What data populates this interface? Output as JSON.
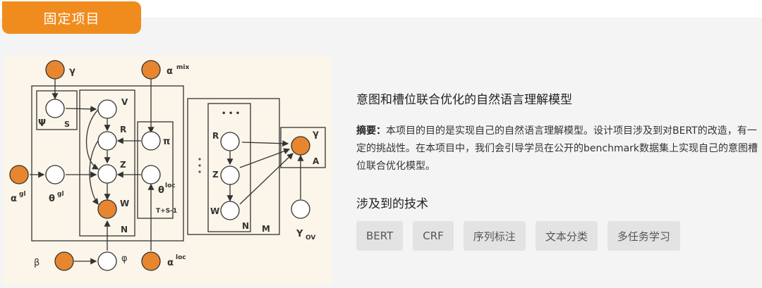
{
  "tab": {
    "label": "固定项目"
  },
  "figure": {
    "labels": {
      "gamma": "γ",
      "alpha_mix": "α",
      "alpha_mix_sup": "mix",
      "psi": "Ψ",
      "s": "S",
      "v": "V",
      "r": "R",
      "z": "Z",
      "w": "W",
      "n": "N",
      "pi": "π",
      "theta_loc": "θ",
      "theta_loc_sup": "loc",
      "ts": "T+S-1",
      "alpha_gl": "α",
      "alpha_gl_sup": "gl",
      "theta_gl": "θ",
      "theta_gl_sup": "gl",
      "beta": "β",
      "phi": "φ",
      "alpha_loc": "α",
      "alpha_loc_sup": "loc",
      "dots": "• • •",
      "r2": "R",
      "z2": "Z",
      "w2": "W",
      "n2": "N",
      "m": "M",
      "gamma2": "γ",
      "a": "A",
      "y": "Y",
      "y_sub": "OV"
    }
  },
  "project": {
    "title": "意图和槽位联合优化的自然语言理解模型",
    "abstract_label": "摘要：",
    "abstract_text": "本项目的目的是实现自己的自然语言理解模型。设计项目涉及到对BERT的改造，有一定的挑战性。在本项目中，我们会引导学员在公开的benchmark数据集上实现自己的意图槽位联合优化模型。",
    "tech_title": "涉及到的技术",
    "tags": [
      "BERT",
      "CRF",
      "序列标注",
      "文本分类",
      "多任务学习"
    ]
  }
}
